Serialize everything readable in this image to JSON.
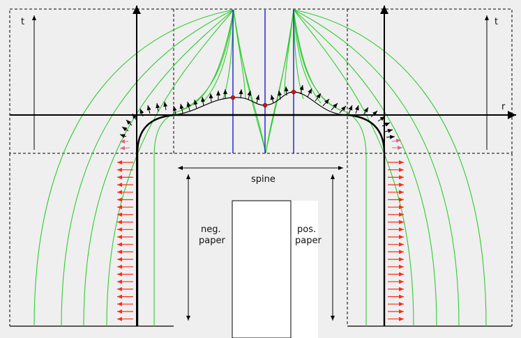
{
  "diagram": {
    "axis_labels": {
      "t_left": "t",
      "t_right": "t",
      "r": "r"
    },
    "region_labels": {
      "spine": "spine",
      "neg_paper_line1": "neg.",
      "neg_paper_line2": "paper",
      "pos_paper_line1": "pos.",
      "pos_paper_line2": "paper"
    },
    "colors": {
      "background": "#efefef",
      "flow_lines": "#2ecc2e",
      "vertical_lines": "#1a1ad6",
      "red_arrows": "#ff2a1a",
      "points": "#e01010",
      "frame": "#000000"
    }
  }
}
